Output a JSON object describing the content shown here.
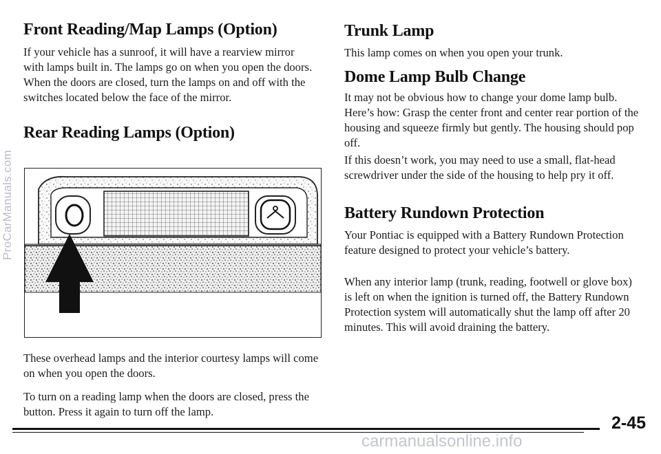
{
  "left": {
    "heading1": "Front Reading/Map Lamps (Option)",
    "para1": "If your vehicle has a sunroof, it will have a rearview mirror with lamps built in. The lamps go on when you open the doors. When the doors are closed, turn the lamps on and off with the switches located below the face of the mirror.",
    "heading2": "Rear Reading Lamps (Option)",
    "para2": "These overhead lamps and the interior courtesy lamps will come on when you open the doors.",
    "para3": "To turn on a reading lamp when the doors are closed, press the button. Press it again to turn off the lamp."
  },
  "right": {
    "heading1": "Trunk Lamp",
    "para1": "This lamp comes on when you open your trunk.",
    "heading2": "Dome Lamp Bulb Change",
    "para2": "It may not be obvious how to change your dome lamp bulb. Here’s how: Grasp the center front and center rear portion of the housing and squeeze firmly but gently. The housing should pop off.",
    "para3": "If this doesn’t work, you may need to use a small, flat-head screwdriver under the side of the housing to help pry it off.",
    "heading3": "Battery Rundown Protection",
    "para4": "Your Pontiac is equipped with a Battery Rundown Protection feature designed to protect your vehicle’s battery.",
    "para5": "When any interior lamp (trunk, reading, footwell or glove box) is left on when the ignition is turned off, the Battery Rundown Protection system will automatically shut the lamp off after 20 minutes. This will avoid draining the battery."
  },
  "page_number": "2-45",
  "watermarks": {
    "side": "ProCarManuals.com",
    "bottom": "carmanualsonline.info"
  },
  "figure": {
    "subject": "rear reading lamp assembly with button and arrow",
    "arrow_icon": "up-arrow-icon"
  }
}
